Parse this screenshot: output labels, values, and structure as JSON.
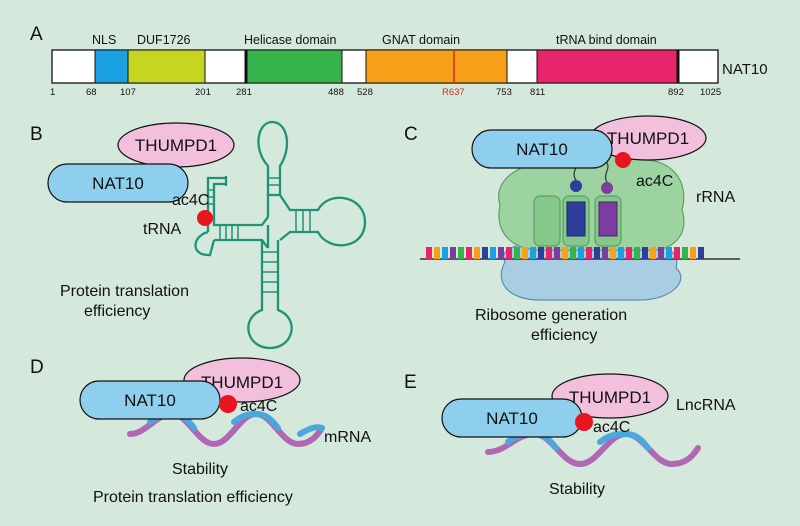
{
  "panels": [
    "A",
    "B",
    "C",
    "D",
    "E"
  ],
  "domain_map": {
    "protein": "NAT10",
    "domains": [
      {
        "name": "NLS",
        "color": "#1ba0e2"
      },
      {
        "name": "DUF1726",
        "color": "#c5d522"
      },
      {
        "name": "Helicase domain",
        "color": "#36b34a"
      },
      {
        "name": "GNAT domain",
        "color": "#f7a11a"
      },
      {
        "name": "tRNA bind domain",
        "color": "#e8246c"
      }
    ],
    "positions": [
      "1",
      "68",
      "107",
      "201",
      "281",
      "488",
      "528",
      "753",
      "811",
      "892",
      "1025"
    ],
    "mutation": "R637"
  },
  "proteins": {
    "nat10": "NAT10",
    "thumpd1": "THUMPD1"
  },
  "modification": "ac4C",
  "panel_b": {
    "rna": "tRNA",
    "caption_line1": "Protein translation",
    "caption_line2": "efficiency"
  },
  "panel_c": {
    "rna": "rRNA",
    "caption_line1": "Ribosome generation",
    "caption_line2": "efficiency"
  },
  "panel_d": {
    "rna": "mRNA",
    "caption_line1": "Stability",
    "caption_line2": "Protein translation efficiency"
  },
  "panel_e": {
    "rna": "LncRNA",
    "caption_line1": "Stability"
  }
}
